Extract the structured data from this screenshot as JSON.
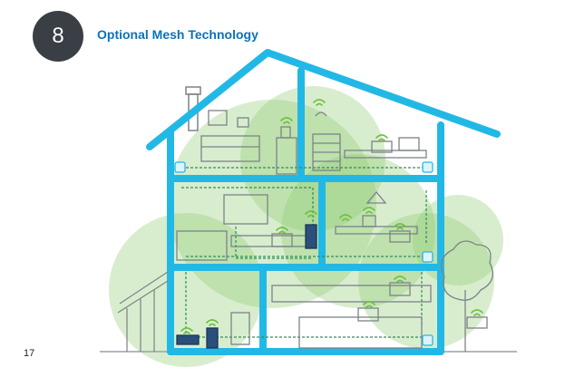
{
  "step": {
    "number": "8"
  },
  "heading": {
    "title": "Optional Mesh Technology"
  },
  "footer": {
    "page_number": "17"
  },
  "colors": {
    "house_frame": "#22b8e6",
    "coverage": "#8fcc74",
    "badge": "#3a3f46",
    "title": "#0b72b9",
    "line_art": "#7d8287",
    "ethernet": "#2f8f5a"
  },
  "illustration": {
    "icons": [
      "wifi-signal-icon",
      "powerline-adapter-icon",
      "router-icon",
      "power-outlet-icon",
      "laptop-icon",
      "tv-icon",
      "headphones-icon",
      "printer-icon"
    ]
  }
}
